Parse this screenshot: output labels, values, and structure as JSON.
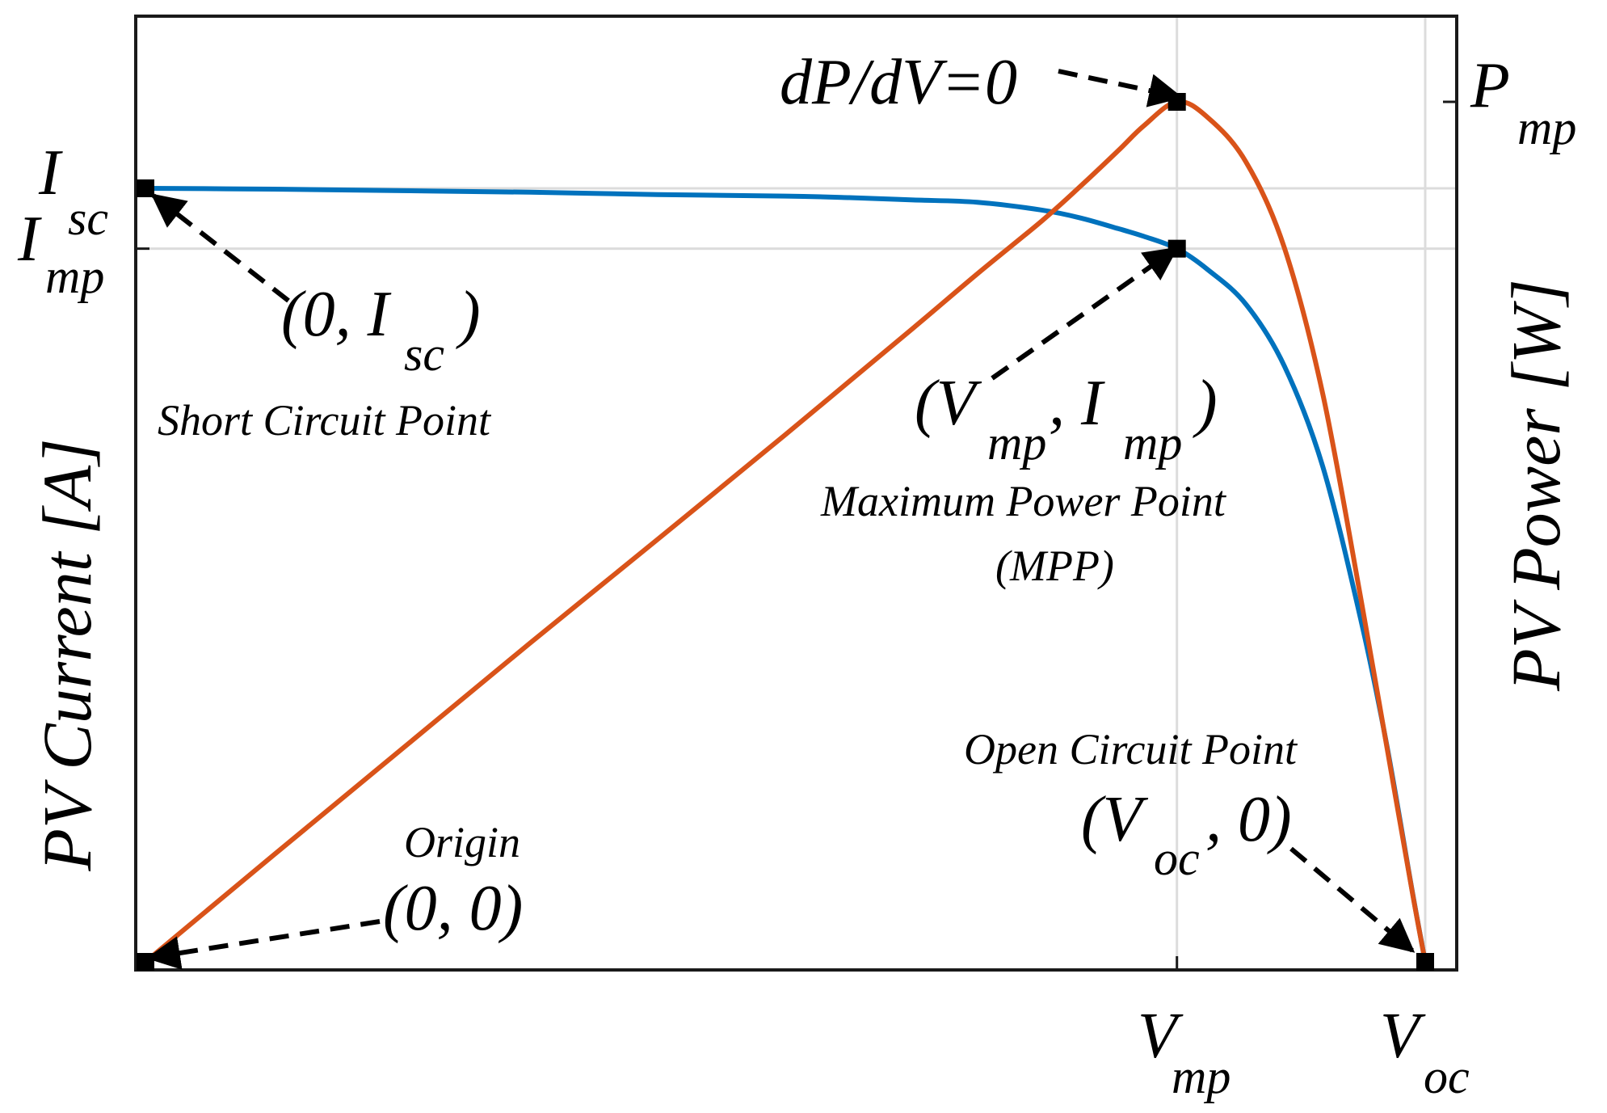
{
  "chart_data": {
    "type": "line",
    "axes": {
      "left": "PV Current [A]",
      "right": "PV Power [W]"
    },
    "x_ticks": [
      {
        "main": "V",
        "sub": "mp",
        "value": 0.806
      },
      {
        "main": "V",
        "sub": "oc",
        "value": 1.0
      }
    ],
    "y_ticks_left": [
      {
        "main": "I",
        "sub": "sc",
        "value": 1.0
      },
      {
        "main": "I",
        "sub": "mp",
        "value": 0.922
      }
    ],
    "y_ticks_right": [
      {
        "main": "P",
        "sub": "mp",
        "value": 1.0
      }
    ],
    "series": [
      {
        "name": "I-V",
        "axis": "left",
        "color": "#0072BD",
        "x": [
          0,
          0.1,
          0.2,
          0.3,
          0.4,
          0.5,
          0.55,
          0.6,
          0.65,
          0.7,
          0.73,
          0.76,
          0.78,
          0.806,
          0.83,
          0.86,
          0.89,
          0.92,
          0.95,
          0.97,
          0.99,
          1.0
        ],
        "y": [
          1.0,
          0.999,
          0.997,
          0.995,
          0.992,
          0.99,
          0.988,
          0.985,
          0.982,
          0.972,
          0.962,
          0.948,
          0.938,
          0.922,
          0.895,
          0.85,
          0.77,
          0.64,
          0.44,
          0.28,
          0.09,
          0.0
        ]
      },
      {
        "name": "P-V",
        "axis": "right",
        "color": "#D95319",
        "x": [
          0,
          0.1,
          0.2,
          0.3,
          0.4,
          0.5,
          0.55,
          0.6,
          0.65,
          0.7,
          0.73,
          0.76,
          0.78,
          0.806,
          0.83,
          0.86,
          0.89,
          0.92,
          0.95,
          0.97,
          0.99,
          1.0
        ],
        "y": [
          0.0,
          0.124,
          0.247,
          0.37,
          0.491,
          0.613,
          0.675,
          0.737,
          0.8,
          0.861,
          0.901,
          0.943,
          0.972,
          1.0,
          0.982,
          0.93,
          0.83,
          0.66,
          0.42,
          0.25,
          0.08,
          0.0
        ]
      }
    ],
    "points": [
      {
        "label": "short-circuit",
        "x": 0,
        "y": 1.0,
        "axis": "left"
      },
      {
        "label": "mpp-current",
        "x": 0.806,
        "y": 0.922,
        "axis": "left"
      },
      {
        "label": "mpp-power",
        "x": 0.806,
        "y": 1.0,
        "axis": "right"
      },
      {
        "label": "origin",
        "x": 0,
        "y": 0,
        "axis": "left"
      },
      {
        "label": "open-circuit",
        "x": 1.0,
        "y": 0,
        "axis": "left"
      }
    ],
    "annotations": {
      "dpdv": "dP/dV=0",
      "isc_coord_open": "(0, I",
      "isc_coord_sub": "sc",
      "isc_coord_close": ")",
      "short_circuit": "Short Circuit Point",
      "mpp_coord_open": "(V",
      "mpp_coord_sub1": "mp",
      "mpp_coord_mid": ", I",
      "mpp_coord_sub2": "mp",
      "mpp_coord_close": ")",
      "mpp_name": "Maximum Power Point",
      "mpp_abbr": "(MPP)",
      "open_circuit": "Open Circuit Point",
      "voc_coord_open": "(V",
      "voc_coord_sub": "oc",
      "voc_coord_close": ", 0)",
      "origin": "Origin",
      "origin_coord": "(0, 0)"
    },
    "grid": true,
    "colors": {
      "current": "#0072BD",
      "power": "#D95319",
      "grid": "#dcdcdc",
      "axis": "#1a1a1a"
    }
  }
}
